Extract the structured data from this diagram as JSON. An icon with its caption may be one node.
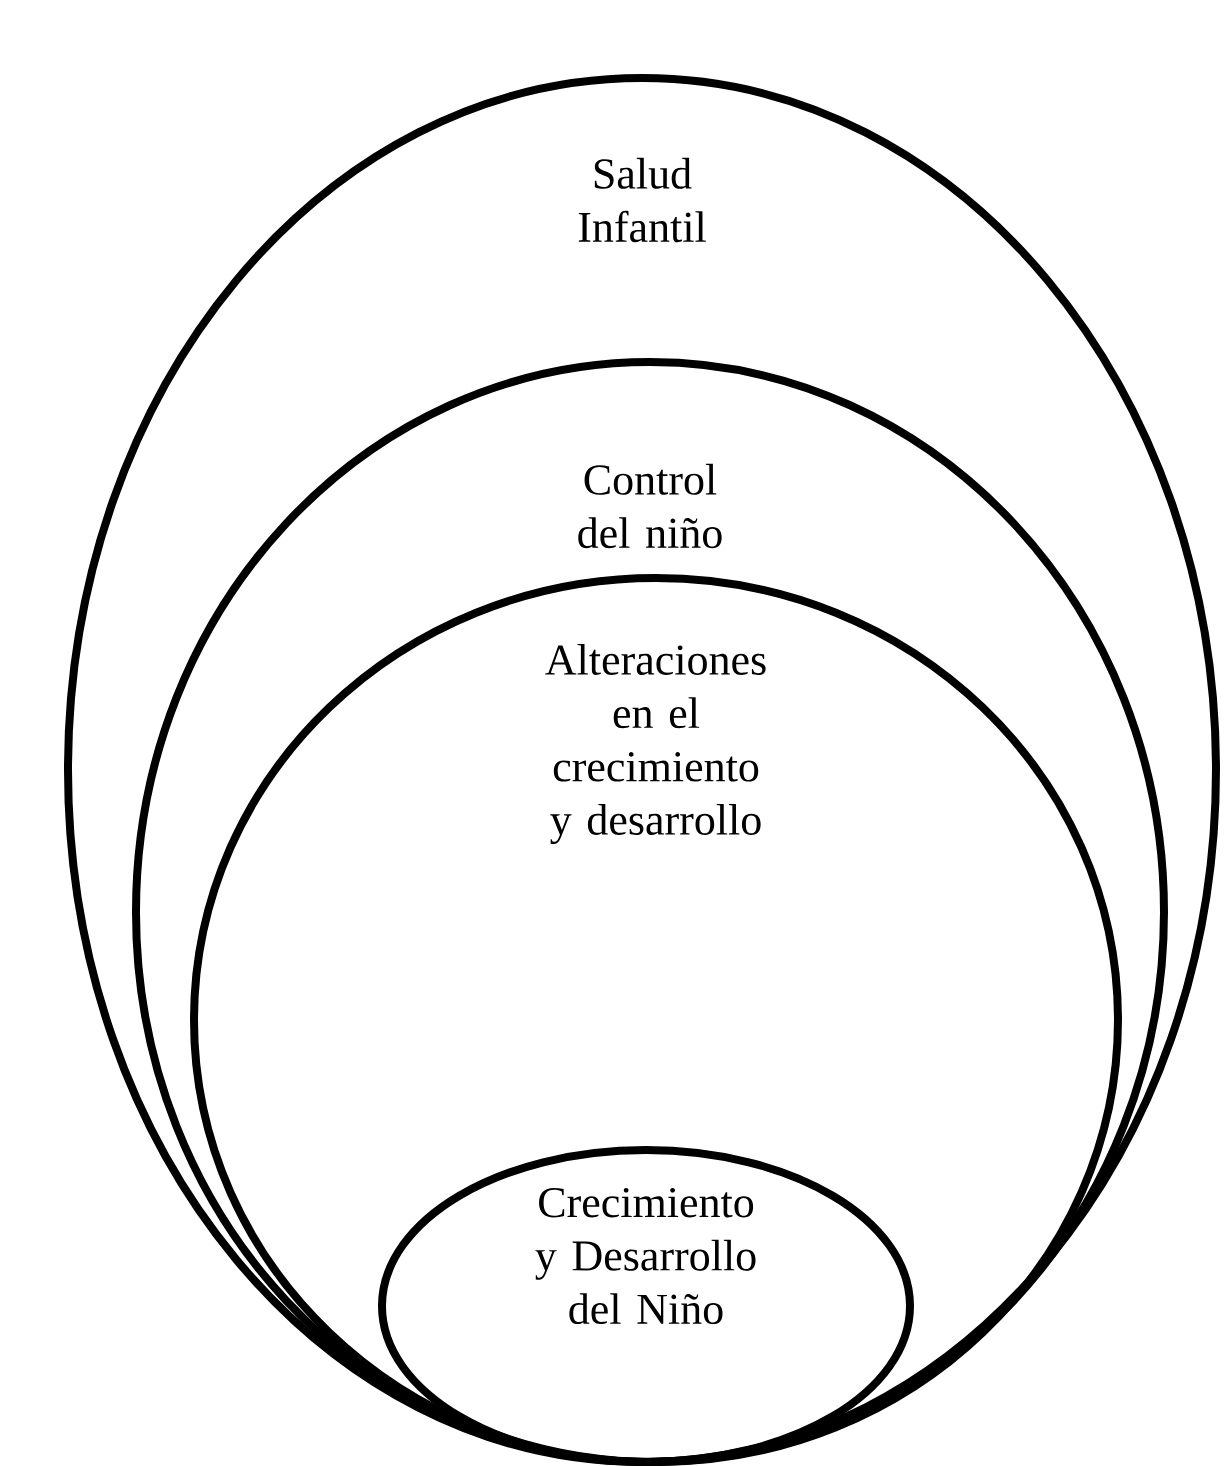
{
  "diagram": {
    "nodes": [
      {
        "text": [
          "Salud Infantil"
        ]
      },
      {
        "text": [
          "Control del niño"
        ],
        "in": 0
      },
      {
        "text": [
          "Alteraciones en el crecimiento y desarrollo"
        ],
        "in": 1
      },
      {
        "text": [
          "Crecimiento y Desarrollo del Niño"
        ],
        "in": 2
      }
    ]
  }
}
